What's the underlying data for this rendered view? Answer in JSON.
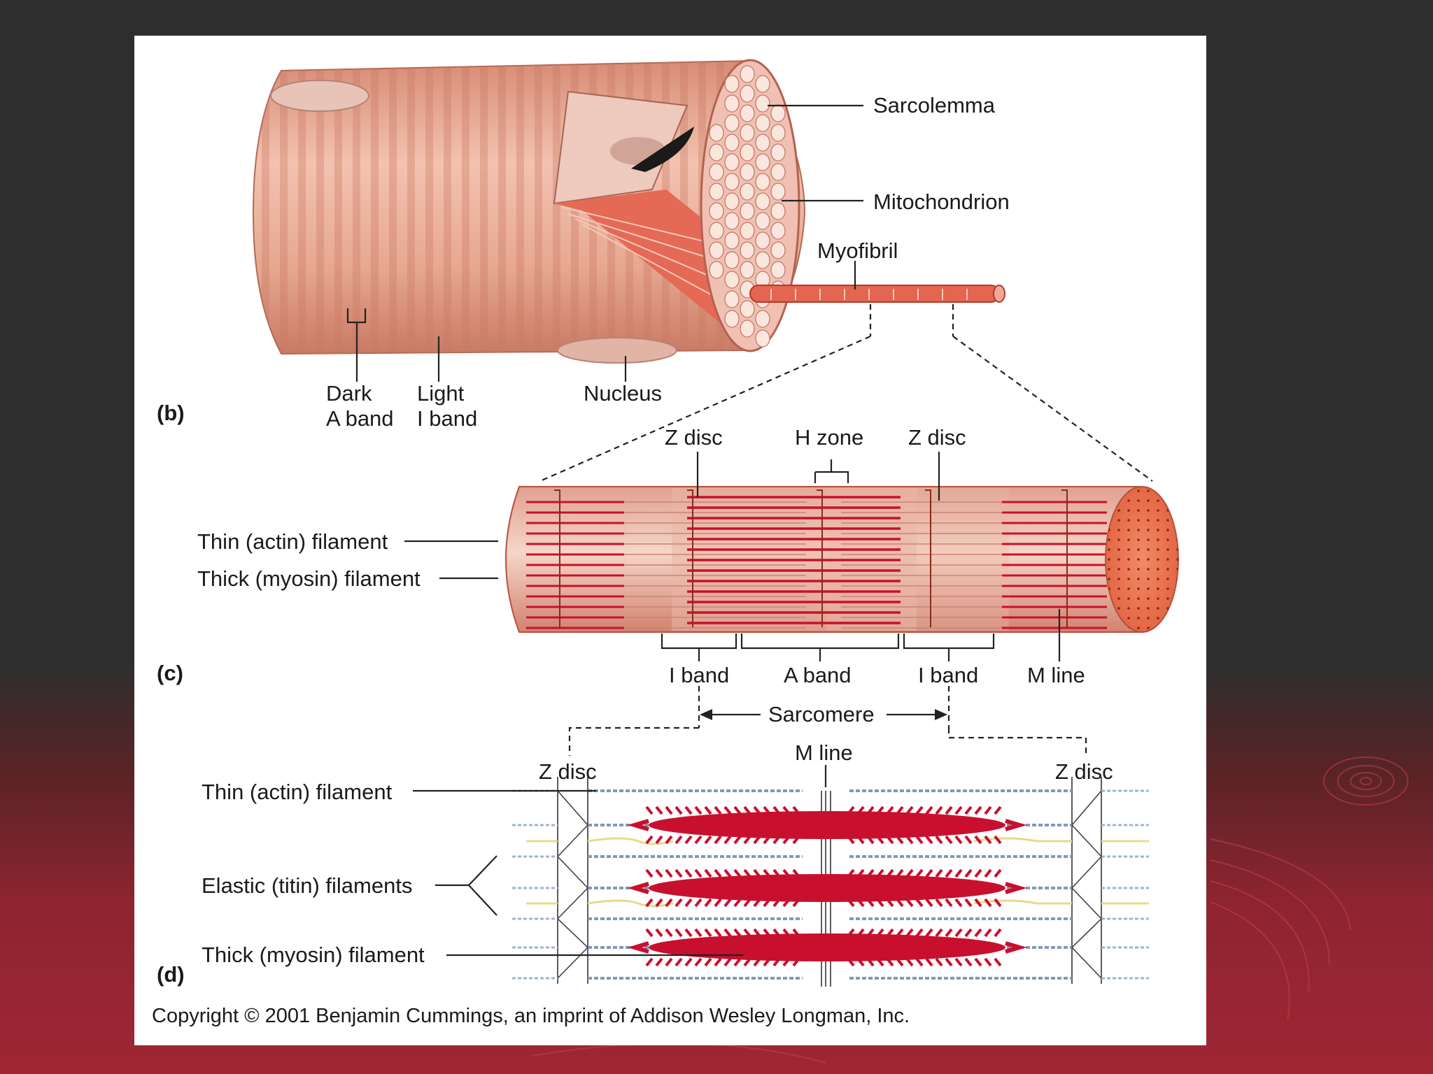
{
  "panel_b": {
    "tag": "(b)",
    "sarcolemma": "Sarcolemma",
    "mitochondrion": "Mitochondrion",
    "myofibril": "Myofibril",
    "dark_l1": "Dark",
    "dark_l2": "A band",
    "light_l1": "Light",
    "light_l2": "I band",
    "nucleus": "Nucleus"
  },
  "panel_c": {
    "tag": "(c)",
    "z_disc_left": "Z disc",
    "h_zone": "H zone",
    "z_disc_right": "Z disc",
    "thin_filament": "Thin (actin) filament",
    "thick_filament": "Thick (myosin) filament",
    "i_band_left": "I band",
    "a_band": "A band",
    "i_band_right": "I band",
    "m_line": "M line",
    "sarcomere": "Sarcomere"
  },
  "panel_d": {
    "tag": "(d)",
    "z_disc_left": "Z disc",
    "m_line": "M line",
    "z_disc_right": "Z disc",
    "thin_filament": "Thin (actin) filament",
    "elastic_filaments": "Elastic (titin) filaments",
    "thick_filament": "Thick (myosin) filament"
  },
  "copyright": "Copyright © 2001 Benjamin Cummings, an imprint of Addison Wesley Longman, Inc.",
  "colors": {
    "muscle": "#e8a58e",
    "muscle_dark": "#d9826a",
    "myosin": "#c8102e",
    "actin": "#c6d8e8",
    "titin": "#e9d98a"
  }
}
